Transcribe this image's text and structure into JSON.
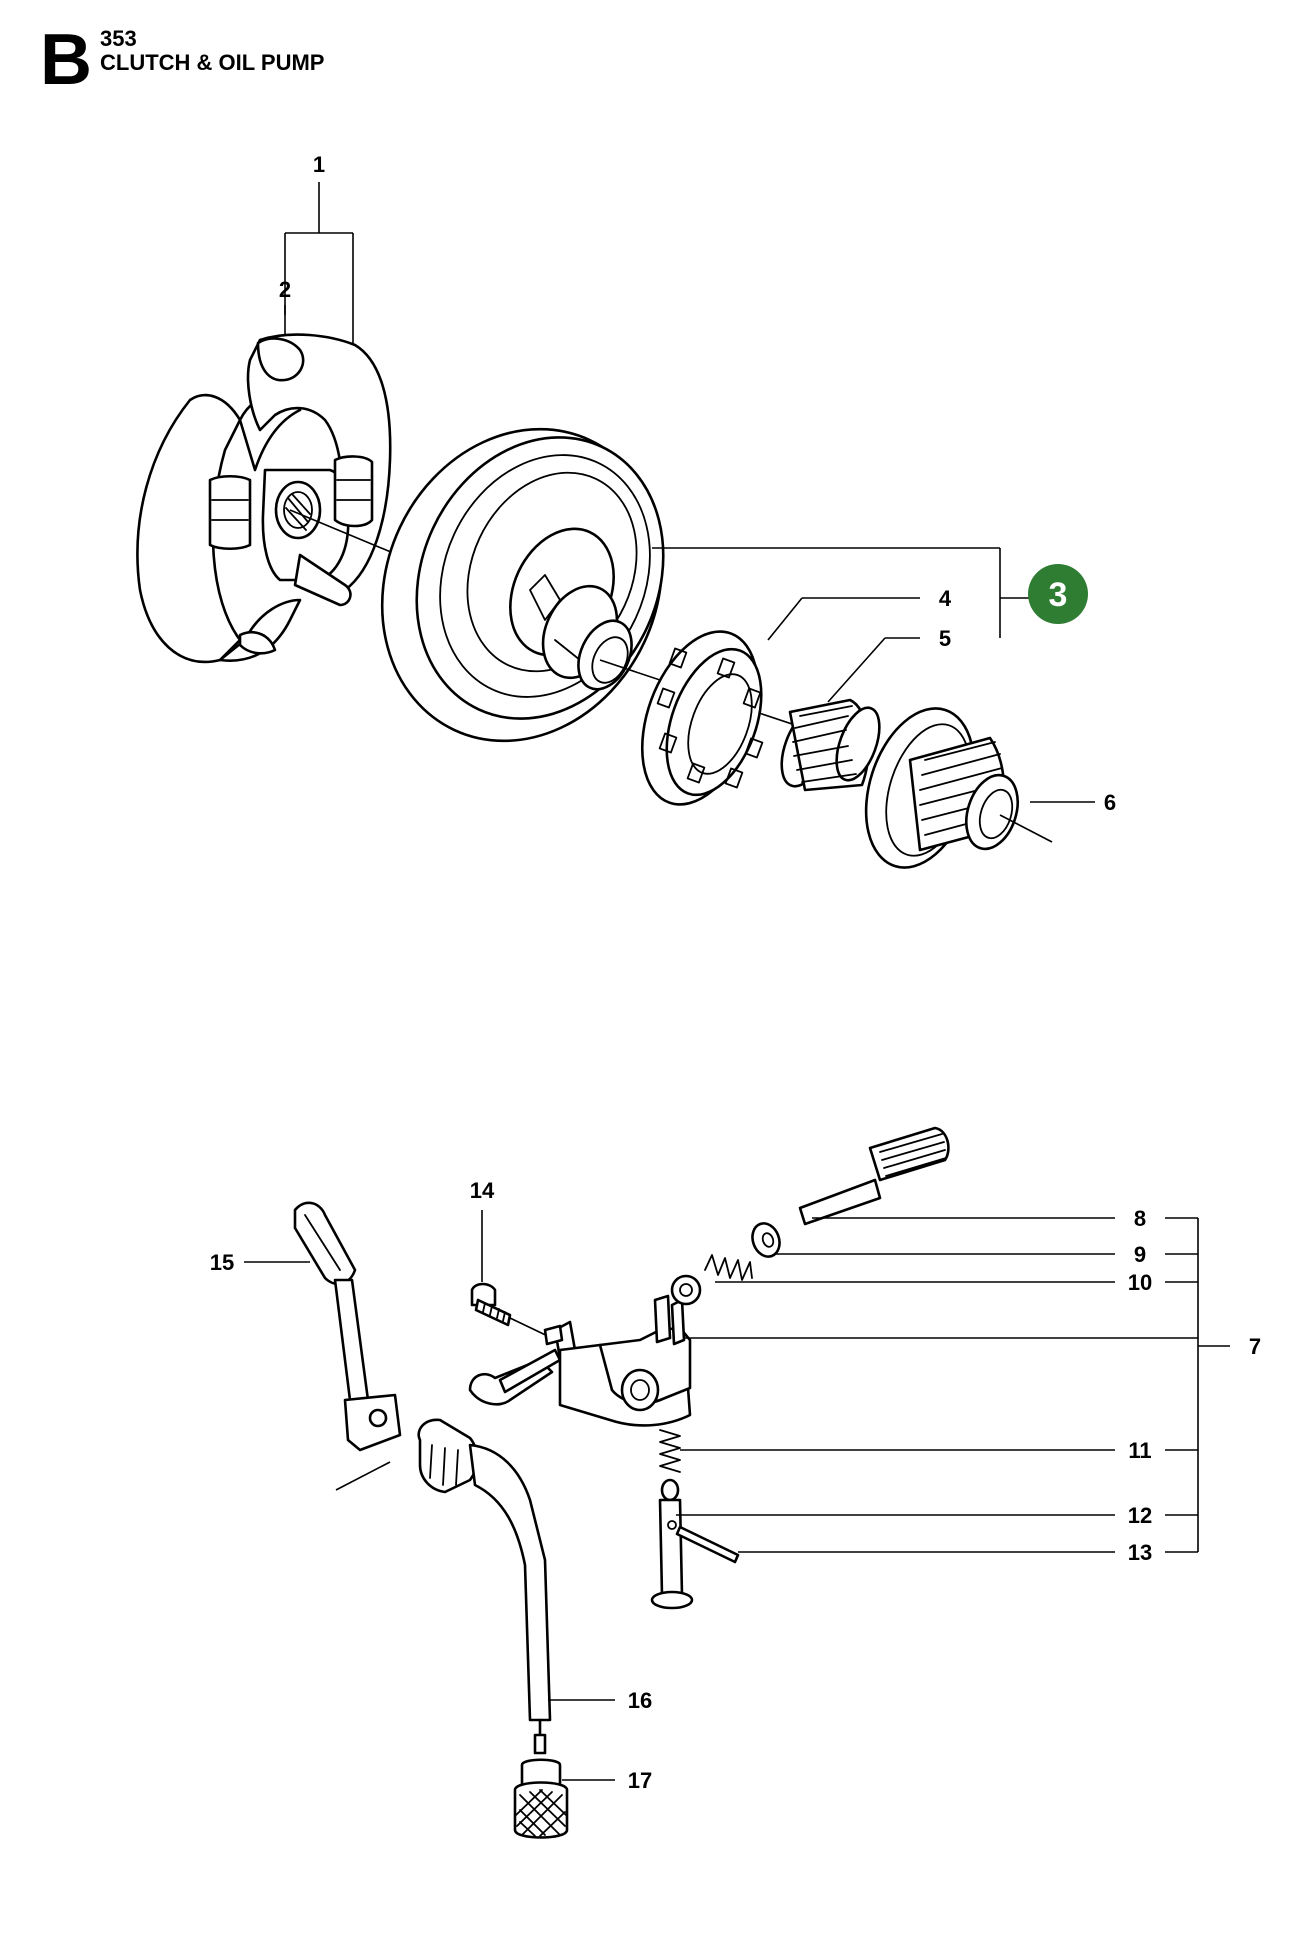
{
  "header": {
    "section_letter": "B",
    "model": "353",
    "title": "CLUTCH & OIL PUMP"
  },
  "badge": {
    "label": "3",
    "color": "#2e7d32"
  },
  "callouts": {
    "c1": "1",
    "c2": "2",
    "c4": "4",
    "c5": "5",
    "c6": "6",
    "c7": "7",
    "c8": "8",
    "c9": "9",
    "c10": "10",
    "c11": "11",
    "c12": "12",
    "c13": "13",
    "c14": "14",
    "c15": "15",
    "c16": "16",
    "c17": "17"
  }
}
